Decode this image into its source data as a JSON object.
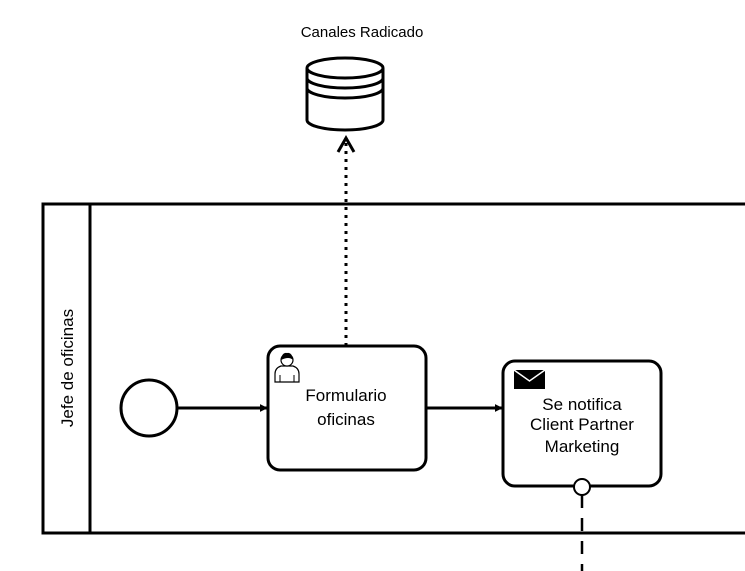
{
  "diagram": {
    "datastore": {
      "label": "Canales Radicado"
    },
    "lane": {
      "label": "Jefe de oficinas"
    },
    "tasks": [
      {
        "id": "task-formulario",
        "type": "user-task",
        "icon": "user-icon",
        "lines": [
          "Formulario",
          "oficinas"
        ]
      },
      {
        "id": "task-notifica",
        "type": "send-task",
        "icon": "envelope-icon",
        "lines": [
          "Se notifica",
          "Client Partner",
          "Marketing"
        ]
      }
    ],
    "start_event": {
      "type": "start-event"
    }
  },
  "colors": {
    "stroke": "#000000",
    "fill": "#ffffff"
  }
}
